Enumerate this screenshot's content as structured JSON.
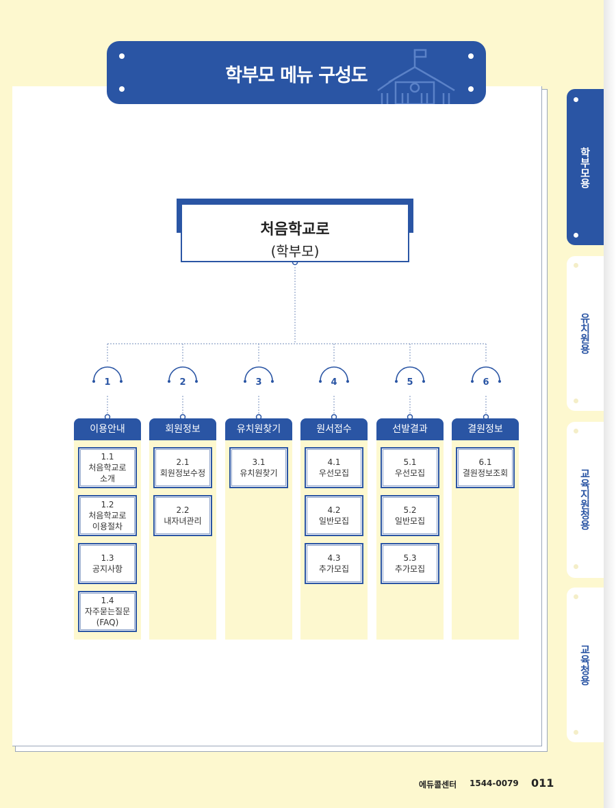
{
  "title": "학부모 메뉴 구성도",
  "side_tabs": [
    {
      "label": "학부모용",
      "active": true
    },
    {
      "label": "유치원용",
      "active": false
    },
    {
      "label": "교육지원청용",
      "active": false
    },
    {
      "label": "교육청용",
      "active": false
    }
  ],
  "root": {
    "title": "처음학교로",
    "subtitle": "(학부모)"
  },
  "columns": [
    {
      "number": "1",
      "heading": "이용안내",
      "items": [
        {
          "code": "1.1",
          "lines": [
            "처음학교로",
            "소개"
          ]
        },
        {
          "code": "1.2",
          "lines": [
            "처음학교로",
            "이용절차"
          ]
        },
        {
          "code": "1.3",
          "lines": [
            "공지사항"
          ]
        },
        {
          "code": "1.4",
          "lines": [
            "자주묻는질문",
            "(FAQ)"
          ]
        }
      ]
    },
    {
      "number": "2",
      "heading": "회원정보",
      "items": [
        {
          "code": "2.1",
          "lines": [
            "회원정보수정"
          ]
        },
        {
          "code": "2.2",
          "lines": [
            "내자녀관리"
          ]
        }
      ]
    },
    {
      "number": "3",
      "heading": "유치원찾기",
      "items": [
        {
          "code": "3.1",
          "lines": [
            "유치원찾기"
          ]
        }
      ]
    },
    {
      "number": "4",
      "heading": "원서접수",
      "items": [
        {
          "code": "4.1",
          "lines": [
            "우선모집"
          ]
        },
        {
          "code": "4.2",
          "lines": [
            "일반모집"
          ]
        },
        {
          "code": "4.3",
          "lines": [
            "추가모집"
          ]
        }
      ]
    },
    {
      "number": "5",
      "heading": "선발결과",
      "items": [
        {
          "code": "5.1",
          "lines": [
            "우선모집"
          ]
        },
        {
          "code": "5.2",
          "lines": [
            "일반모집"
          ]
        },
        {
          "code": "5.3",
          "lines": [
            "추가모집"
          ]
        }
      ]
    },
    {
      "number": "6",
      "heading": "결원정보",
      "items": [
        {
          "code": "6.1",
          "lines": [
            "결원정보조회"
          ]
        }
      ]
    }
  ],
  "footer": {
    "center": "에듀콜센터",
    "phone": "1544-0079",
    "page": "011"
  },
  "colors": {
    "primary": "#2a55a4",
    "background": "#fdf8cf"
  }
}
